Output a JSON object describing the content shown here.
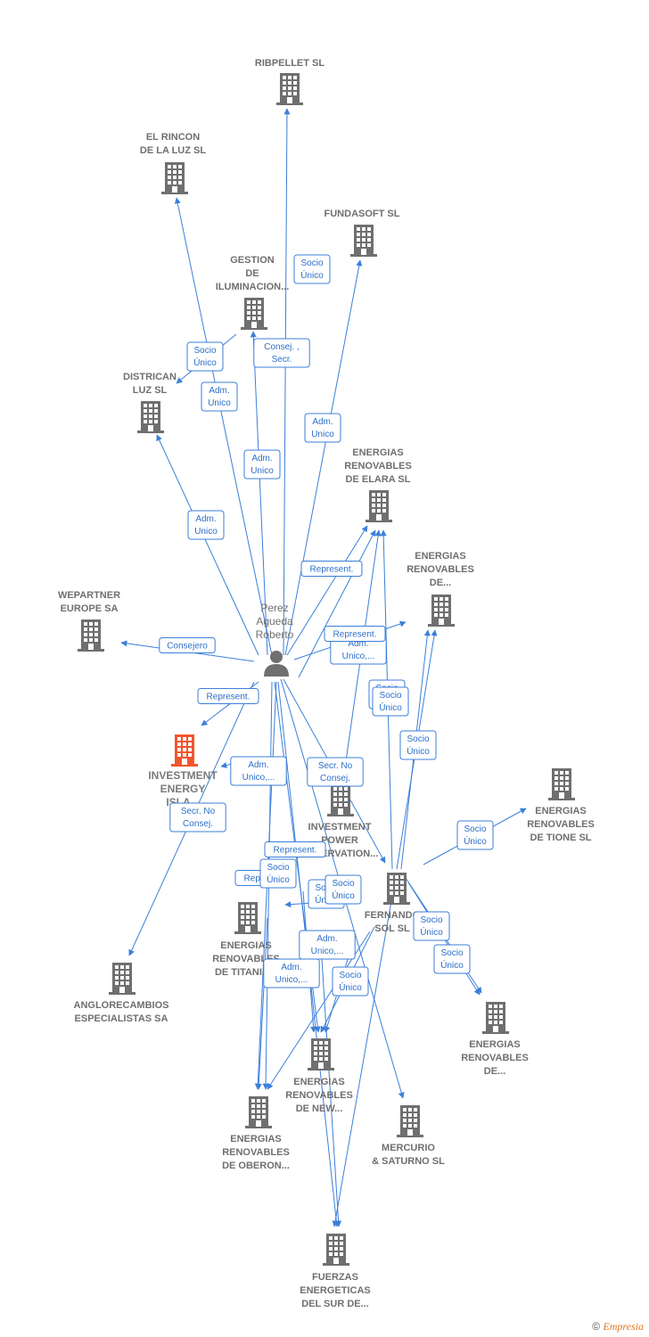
{
  "colors": {
    "edge": "#3b7fd9",
    "building": "#6f6f6f",
    "highlight": "#f0562e",
    "person": "#6f6f6f"
  },
  "person": {
    "name": "Perez\nAgueda\nRoberto",
    "icon": "person-icon"
  },
  "companies": [
    {
      "id": "ribpellet",
      "label": "RIBPELLET SL"
    },
    {
      "id": "elrincon",
      "label": "EL RINCON\nDE LA LUZ SL"
    },
    {
      "id": "fundasoft",
      "label": "FUNDASOFT SL"
    },
    {
      "id": "gestion",
      "label": "GESTION\nDE\nILUMINACION..."
    },
    {
      "id": "districan",
      "label": "DISTRICAN\nLUZ SL"
    },
    {
      "id": "elara",
      "label": "ENERGIAS\nRENOVABLES\nDE ELARA  SL"
    },
    {
      "id": "renov_de",
      "label": "ENERGIAS\nRENOVABLES\nDE..."
    },
    {
      "id": "wepartner",
      "label": "WEPARTNER\nEUROPE SA"
    },
    {
      "id": "investment_isla",
      "label": "INVESTMENT\nENERGY\nISLA...",
      "highlight": true
    },
    {
      "id": "investment_power",
      "label": "INVESTMENT\nPOWER\nRESERVATION..."
    },
    {
      "id": "tione",
      "label": "ENERGIAS\nRENOVABLES\nDE TIONE  SL"
    },
    {
      "id": "fernando",
      "label": "FERNANDO\nSOL SL"
    },
    {
      "id": "titania",
      "label": "ENERGIAS\nRENOVABLES\nDE TITANIA..."
    },
    {
      "id": "anglo",
      "label": "ANGLORECAMBIOS\nESPECIALISTAS SA"
    },
    {
      "id": "renov_de2",
      "label": "ENERGIAS\nRENOVABLES\nDE..."
    },
    {
      "id": "newark",
      "label": "ENERGIAS\nRENOVABLES\nDE NEW..."
    },
    {
      "id": "oberon",
      "label": "ENERGIAS\nRENOVABLES\nDE OBERON..."
    },
    {
      "id": "mercurio",
      "label": "MERCURIO\n& SATURNO  SL"
    },
    {
      "id": "fuerzas",
      "label": "FUERZAS\nENERGETICAS\nDEL SUR DE..."
    }
  ],
  "edge_labels": [
    "Socio\nÚnico",
    "Consej. ,\nSecr.",
    "Socio\nÚnico",
    "Adm.\nUnico",
    "Adm.\nUnico",
    "Adm.\nUnico",
    "Adm.\nUnico",
    "Represent.",
    "Consejero",
    "Represent.",
    "Adm.\nUnico,...",
    "Represent.",
    "Socio\nÚnico",
    "Socio\nÚnico",
    "Socio\nÚnico",
    "Adm.\nUnico,...",
    "Secr.  No\nConsej.",
    "Secr.  No\nConsej.",
    "Socio\nÚnico",
    "Represent.",
    "Represent.",
    "Socio\nÚnico",
    "Socio\nÚnico",
    "Socio\nÚnico",
    "Adm.\nUnico,...",
    "Adm.\nUnico,...",
    "Socio\nÚnico",
    "Socio\nÚnico",
    "Socio\nÚnico"
  ],
  "footer": {
    "copyright": "©",
    "brand": "Empresia"
  }
}
